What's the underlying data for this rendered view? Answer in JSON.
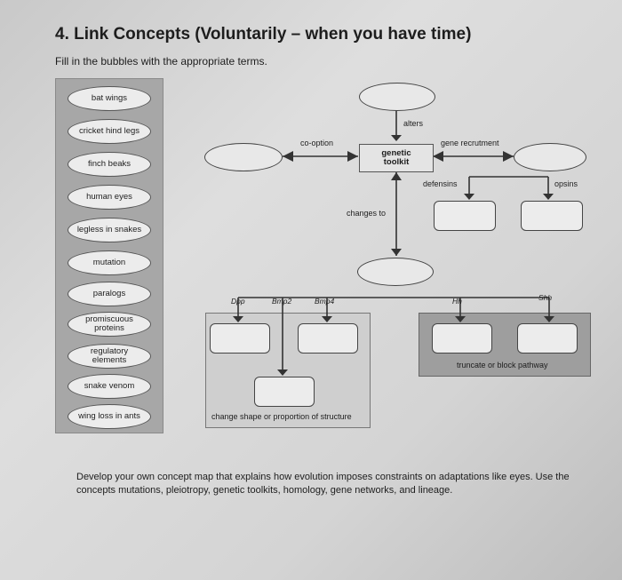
{
  "header": {
    "title": "4. Link Concepts (Voluntarily – when you have time)",
    "instruction": "Fill in the bubbles with the appropriate terms."
  },
  "terms": [
    "bat wings",
    "cricket hind legs",
    "finch beaks",
    "human eyes",
    "legless in snakes",
    "mutation",
    "paralogs",
    "promiscuous proteins",
    "regulatory elements",
    "snake venom",
    "wing loss in ants"
  ],
  "map": {
    "toolkit": {
      "line1": "genetic",
      "line2": "toolkit"
    },
    "labels": {
      "alters": "alters",
      "co_option": "co-option",
      "gene_recruitment": "gene recrutment",
      "changes_to": "changes to",
      "defensins": "defensins",
      "opsins": "opsins",
      "dpp": "Dpp",
      "bmp2": "Bmp2",
      "bmp4": "Bmp4",
      "hh": "Hh",
      "shh": "Shh",
      "truncate": "truncate or block pathway",
      "change_shape": "change shape or proportion of structure"
    }
  },
  "footer": {
    "prompt": "Develop your own concept map that explains how evolution imposes constraints on adaptations like eyes. Use the concepts mutations, pleiotropy, genetic toolkits, homology, gene networks, and lineage."
  }
}
